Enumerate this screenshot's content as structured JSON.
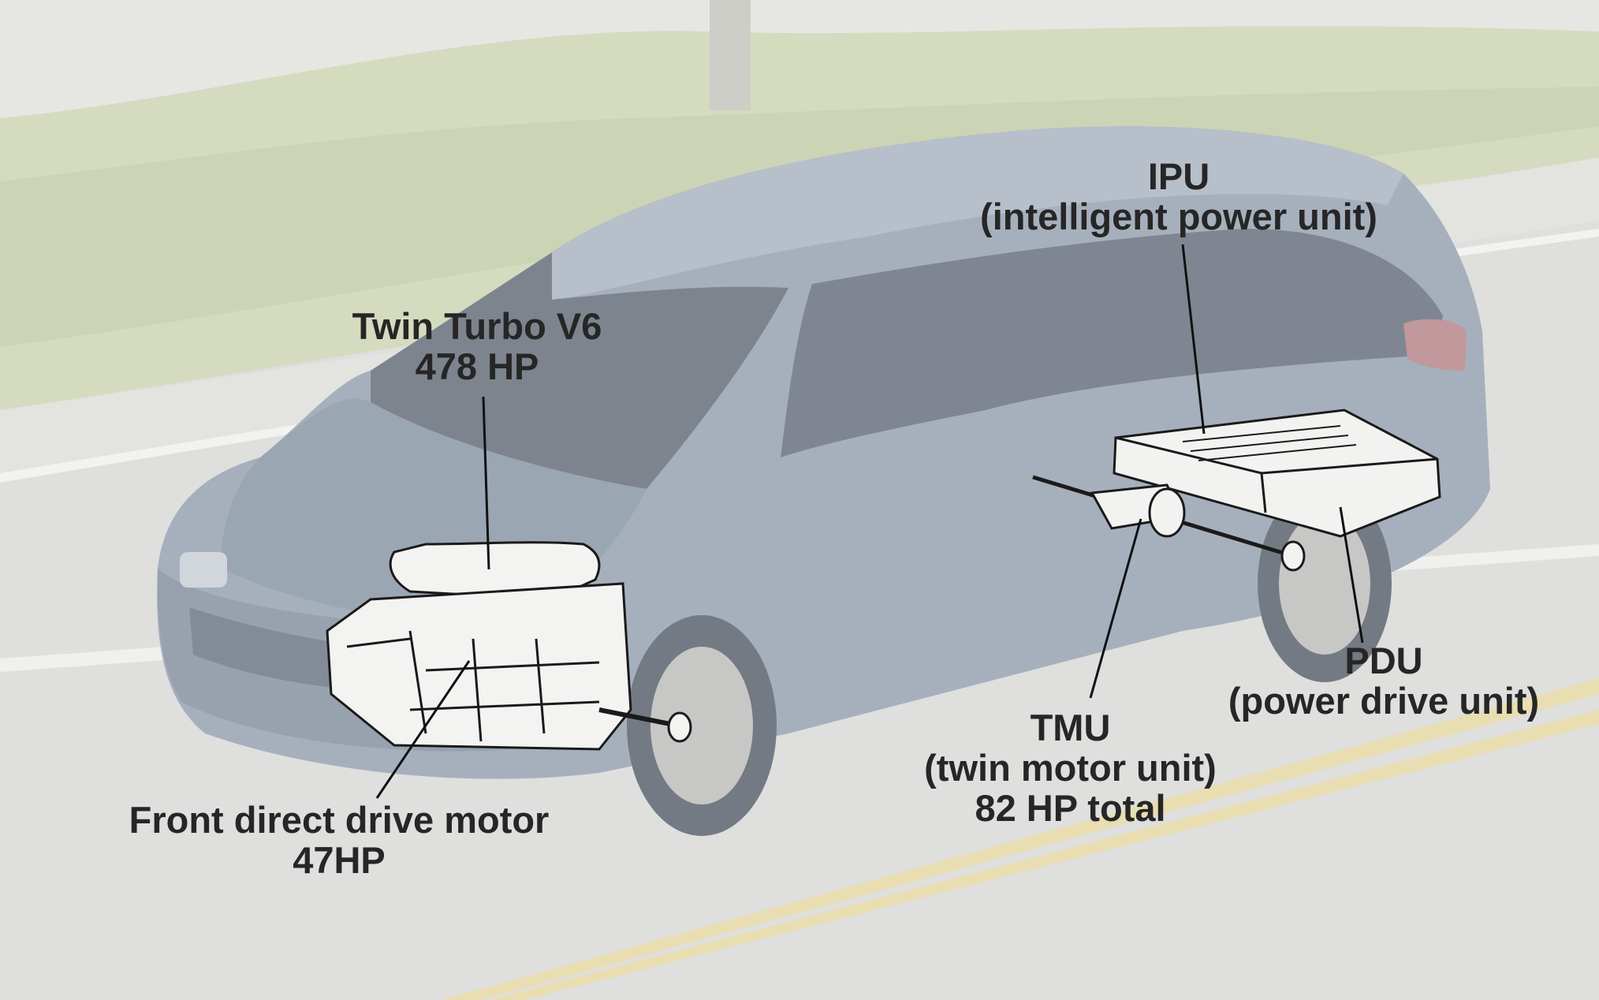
{
  "labels": {
    "engine": {
      "line1": "Twin Turbo V6",
      "line2": "478 HP"
    },
    "ipu": {
      "line1": "IPU",
      "line2": "(intelligent power unit)"
    },
    "front_motor": {
      "line1": "Front direct drive motor",
      "line2": "47HP"
    },
    "tmu": {
      "line1": "TMU",
      "line2": "(twin motor unit)",
      "line3": "82 HP total"
    },
    "pdu": {
      "line1": "PDU",
      "line2": "(power drive unit)"
    }
  },
  "colors": {
    "label_text": "#262626",
    "leader_line": "#111111",
    "van_body": "#8a97a7",
    "road": "#d4d5d2",
    "road_stripe": "#e2d29a",
    "foliage": "#c9d2ac"
  }
}
